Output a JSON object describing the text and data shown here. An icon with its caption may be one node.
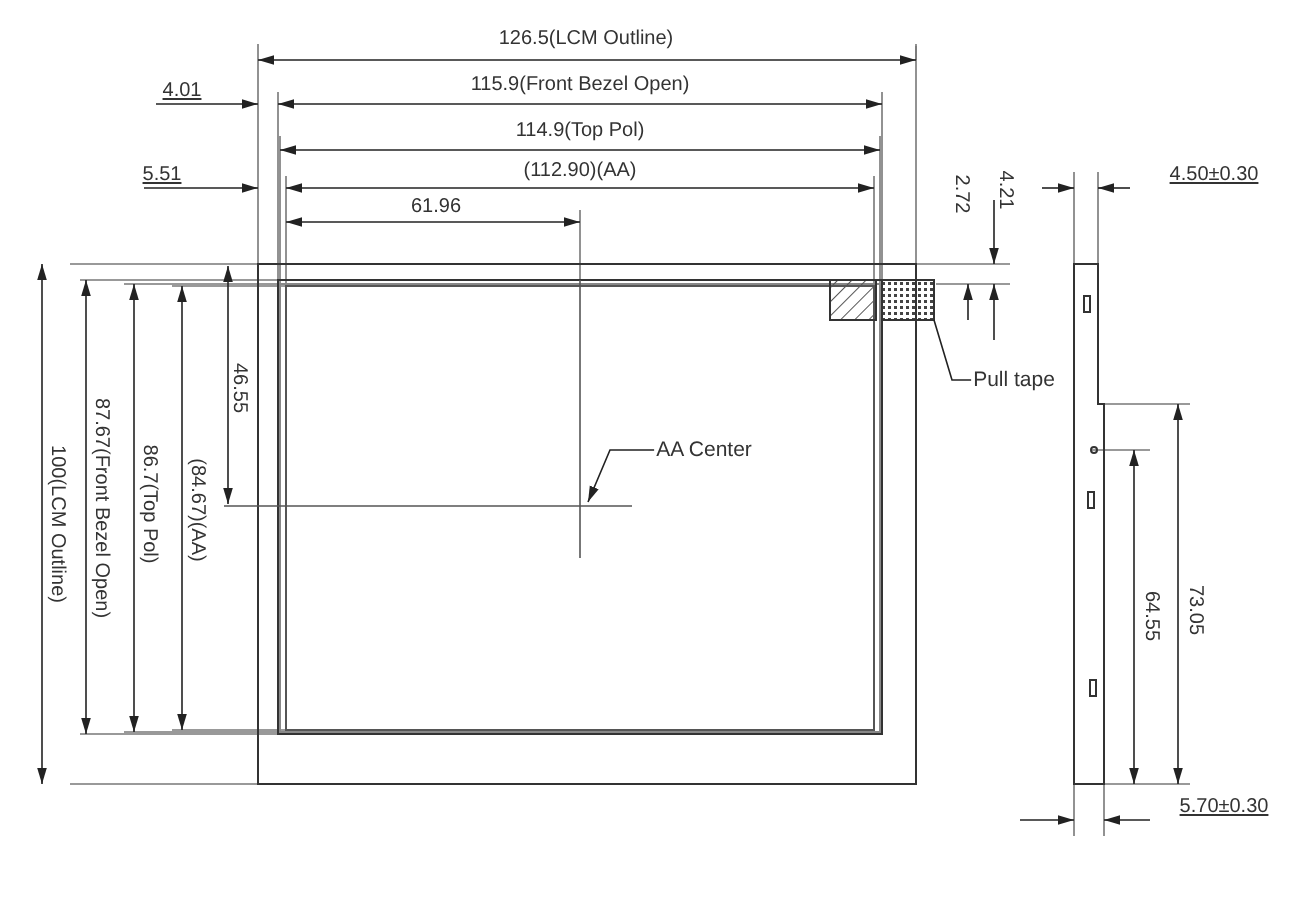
{
  "diagram": {
    "nodes": [
      {
        "text": [
          "AA Center"
        ]
      },
      {
        "text": [
          "Pull tape"
        ]
      },
      {
        "text": [],
        "shape": "box"
      }
    ],
    "edges": [
      {
        "from": 0,
        "to": null,
        "arrow": "to"
      },
      {
        "from": 1,
        "to": 2,
        "arrow": "none"
      }
    ],
    "labels": [
      "126.5(LCM Outline)",
      "4.01",
      "115.9(Front Bezel Open)",
      "114.9(Top Pol)",
      "5.51",
      "(112.90)(AA)",
      "61.96",
      "2.72",
      "4.21",
      "4.50±0.30",
      "46.55",
      "100(LCM Outline)",
      "87.67(Front Bezel Open)",
      "86.7(Top Pol)",
      "(84.67)(AA)",
      "64.55",
      "73.05",
      "5.70±0.30"
    ]
  }
}
